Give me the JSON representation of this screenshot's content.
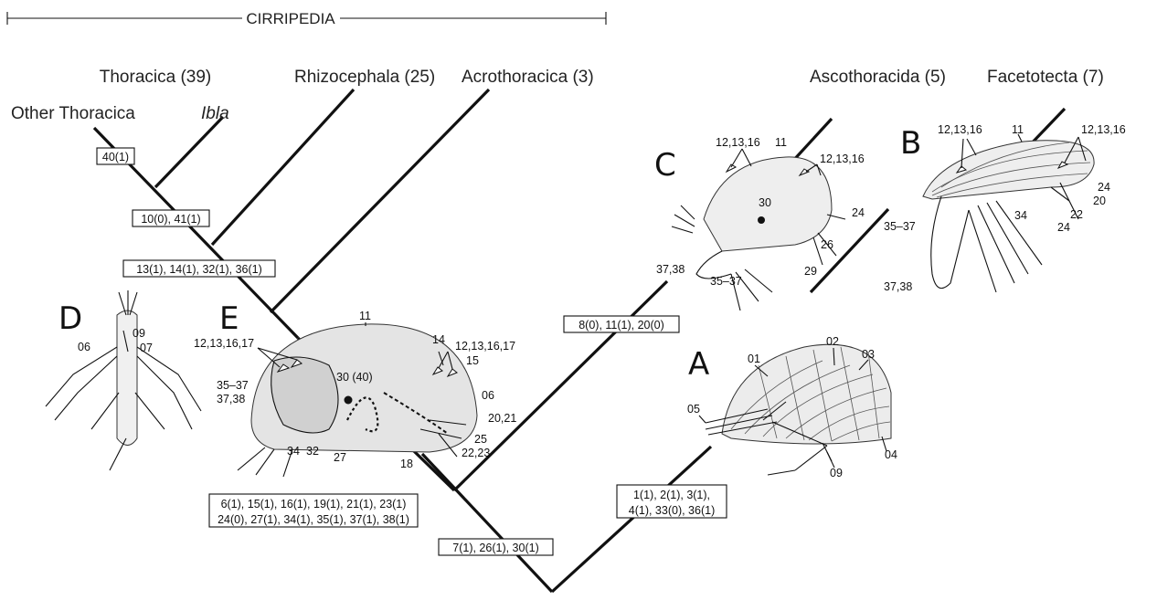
{
  "title": "CIRRIPEDIA",
  "taxa": {
    "thoracica": "Thoracica (39)",
    "other_thoracica": "Other Thoracica",
    "ibla": "Ibla",
    "rhizocephala": "Rhizocephala (25)",
    "acrothoracica": "Acrothoracica (3)",
    "ascothoracida": "Ascothoracida (5)",
    "facetotecta": "Facetotecta (7)"
  },
  "character_boxes": {
    "b40": "40(1)",
    "b10": "10(0),  41(1)",
    "b13": "13(1),  14(1),  32(1),  36(1)",
    "b6_line1": "6(1),  15(1),  16(1),  19(1),  21(1),  23(1)",
    "b6_line2": "24(0),  27(1),  34(1),  35(1),  37(1),  38(1)",
    "b7": "7(1),  26(1),  30(1)",
    "b8": "8(0),  11(1),  20(0)",
    "b1_line1": "1(1),    2(1),    3(1),",
    "b1_line2": "4(1),  33(0),  36(1)"
  },
  "panels": {
    "A": "A",
    "B": "B",
    "C": "C",
    "D": "D",
    "E": "E"
  },
  "labels_A": [
    "01",
    "02",
    "03",
    "04",
    "05",
    "09"
  ],
  "labels_B": [
    "12,13,16",
    "11",
    "12,13,16",
    "24",
    "20",
    "22",
    "24",
    "34",
    "35–37",
    "37,38"
  ],
  "labels_C": [
    "12,13,16",
    "11",
    "12,13,16",
    "30",
    "24",
    "26",
    "29",
    "37,38",
    "35–37"
  ],
  "labels_D": [
    "06",
    "09",
    "07"
  ],
  "labels_E": [
    "11",
    "12,13,16,17",
    "14",
    "12,13,16,17",
    "15",
    "35–37",
    "37,38",
    "30 (40)",
    "06",
    "20,21",
    "25",
    "22,23",
    "34",
    "32",
    "27",
    "18"
  ]
}
